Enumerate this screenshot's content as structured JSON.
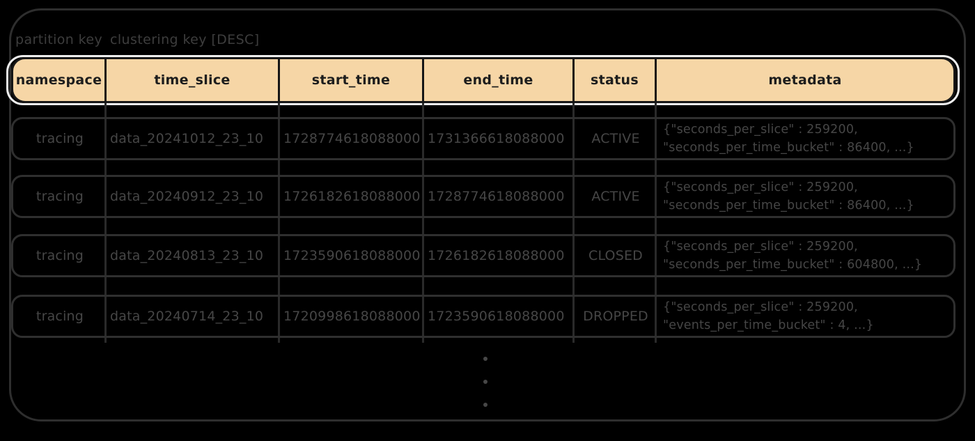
{
  "annotations": {
    "partition_key_label": "partition key",
    "clustering_key_label": "clustering key [DESC]"
  },
  "table": {
    "columns": [
      {
        "key": "namespace",
        "label": "namespace"
      },
      {
        "key": "time_slice",
        "label": "time_slice"
      },
      {
        "key": "start_time",
        "label": "start_time"
      },
      {
        "key": "end_time",
        "label": "end_time"
      },
      {
        "key": "status",
        "label": "status"
      },
      {
        "key": "metadata",
        "label": "metadata"
      }
    ],
    "rows": [
      {
        "namespace": "tracing",
        "time_slice": "data_20241012_23_10",
        "start_time": "1728774618088000",
        "end_time": "1731366618088000",
        "status": "ACTIVE",
        "metadata_line1": "{\"seconds_per_slice\" : 259200,",
        "metadata_line2": "\"seconds_per_time_bucket\" : 86400, ...}"
      },
      {
        "namespace": "tracing",
        "time_slice": "data_20240912_23_10",
        "start_time": "1726182618088000",
        "end_time": "1728774618088000",
        "status": "ACTIVE",
        "metadata_line1": "{\"seconds_per_slice\" : 259200,",
        "metadata_line2": "\"seconds_per_time_bucket\" : 86400, ...}"
      },
      {
        "namespace": "tracing",
        "time_slice": "data_20240813_23_10",
        "start_time": "1723590618088000",
        "end_time": "1726182618088000",
        "status": "CLOSED",
        "metadata_line1": "{\"seconds_per_slice\" : 259200,",
        "metadata_line2": "\"seconds_per_time_bucket\" : 604800, ...}"
      },
      {
        "namespace": "tracing",
        "time_slice": "data_20240714_23_10",
        "start_time": "1720998618088000",
        "end_time": "1723590618088000",
        "status": "DROPPED",
        "metadata_line1": "{\"seconds_per_slice\" : 259200,",
        "metadata_line2": "\"events_per_time_bucket\" : 4, ...}"
      }
    ],
    "truncation_indicator": "vertical-ellipsis"
  },
  "colors": {
    "background": "#000000",
    "stroke": "#2e2e2e",
    "data_text": "#464646",
    "header_fill": "#f6d6a6",
    "header_text": "#1d1d1d",
    "header_accent_outline": "#eeeeee"
  }
}
